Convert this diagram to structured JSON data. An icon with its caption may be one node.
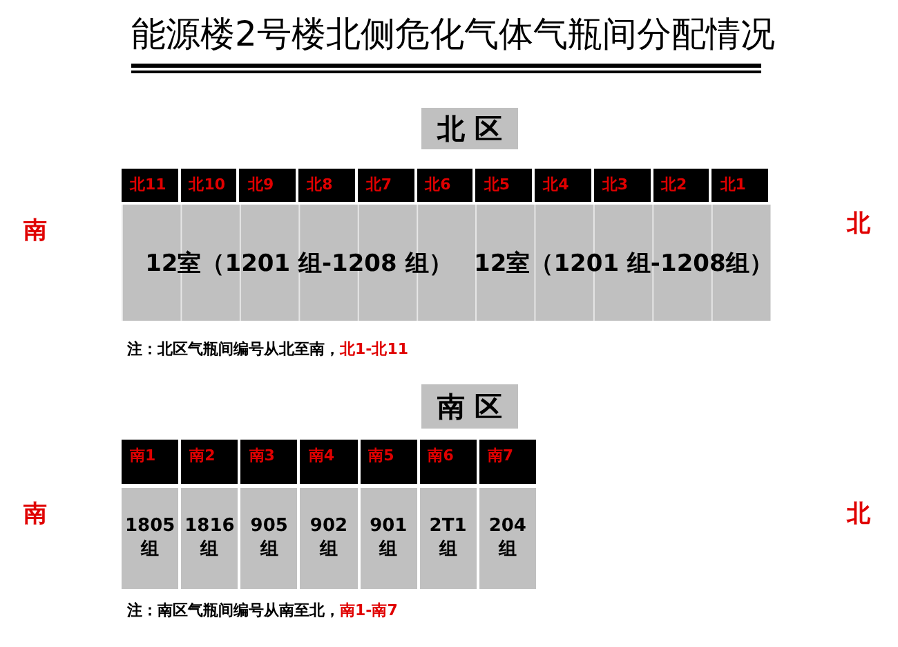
{
  "diagram": {
    "title": "能源楼2号楼北侧危化气体气瓶间分配情况",
    "nodes": [
      {
        "text": [
          "北 区"
        ]
      },
      {
        "text": [
          "北11"
        ]
      },
      {
        "text": [
          "北10"
        ]
      },
      {
        "text": [
          "北9"
        ]
      },
      {
        "text": [
          "北8"
        ]
      },
      {
        "text": [
          "北7"
        ]
      },
      {
        "text": [
          "北6"
        ]
      },
      {
        "text": [
          "北5"
        ]
      },
      {
        "text": [
          "北4"
        ]
      },
      {
        "text": [
          "北3"
        ]
      },
      {
        "text": [
          "北2"
        ]
      },
      {
        "text": [
          "北1"
        ]
      },
      {
        "text": [
          "12室（1201 组-1208 组）"
        ]
      },
      {
        "text": [
          "12室（1201 组-1208组）"
        ]
      },
      {
        "text": [
          "南 区"
        ]
      },
      {
        "text": [
          "南1"
        ]
      },
      {
        "text": [
          "南2"
        ]
      },
      {
        "text": [
          "南3"
        ]
      },
      {
        "text": [
          "南4"
        ]
      },
      {
        "text": [
          "南5"
        ]
      },
      {
        "text": [
          "南6"
        ]
      },
      {
        "text": [
          "南7"
        ]
      },
      {
        "text": [
          "1805 组"
        ]
      },
      {
        "text": [
          "1816 组"
        ]
      },
      {
        "text": [
          "905 组"
        ]
      },
      {
        "text": [
          "902 组"
        ]
      },
      {
        "text": [
          "901 组"
        ]
      },
      {
        "text": [
          "2T1 组"
        ]
      },
      {
        "text": [
          "204 组"
        ]
      }
    ],
    "labels": [
      "南",
      "北",
      "注：北区气瓶间编号从北至南，",
      "北1-北11",
      "南",
      "北",
      "注：南区气瓶间编号从南至北，",
      "南1-南7"
    ]
  }
}
